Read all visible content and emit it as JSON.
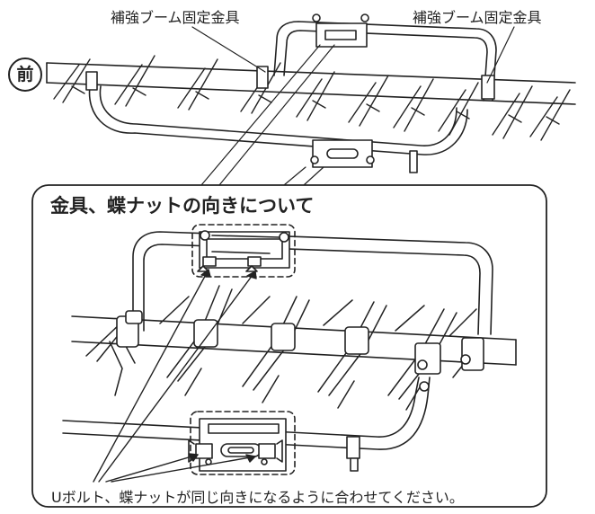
{
  "labels": {
    "bracket_left": "補強ブーム固定金具",
    "bracket_right": "補強ブーム固定金具",
    "front": "前"
  },
  "detail": {
    "title": "金具、蝶ナットの向きについて",
    "note": "Uボルト、蝶ナットが同じ向きになるように合わせてください。"
  }
}
